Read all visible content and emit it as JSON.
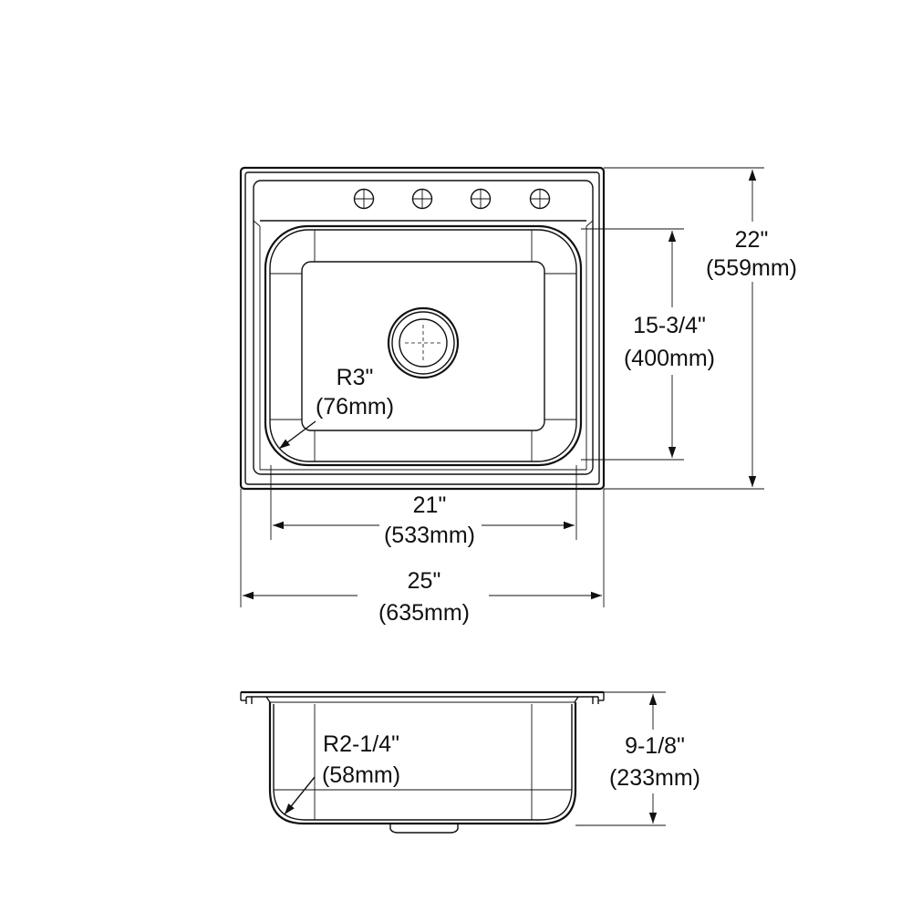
{
  "top_view": {
    "overall_width": {
      "inches": "25\"",
      "mm": "(635mm)"
    },
    "overall_depth": {
      "inches": "22\"",
      "mm": "(559mm)"
    },
    "bowl_width": {
      "inches": "21\"",
      "mm": "(533mm)"
    },
    "bowl_length": {
      "inches": "15-3/4\"",
      "mm": "(400mm)"
    },
    "corner_radius": {
      "inches": "R3\"",
      "mm": "(76mm)"
    },
    "faucet_holes": 4
  },
  "side_view": {
    "bowl_depth": {
      "inches": "9-1/8\"",
      "mm": "(233mm)"
    },
    "bottom_radius": {
      "inches": "R2-1/4\"",
      "mm": "(58mm)"
    }
  }
}
